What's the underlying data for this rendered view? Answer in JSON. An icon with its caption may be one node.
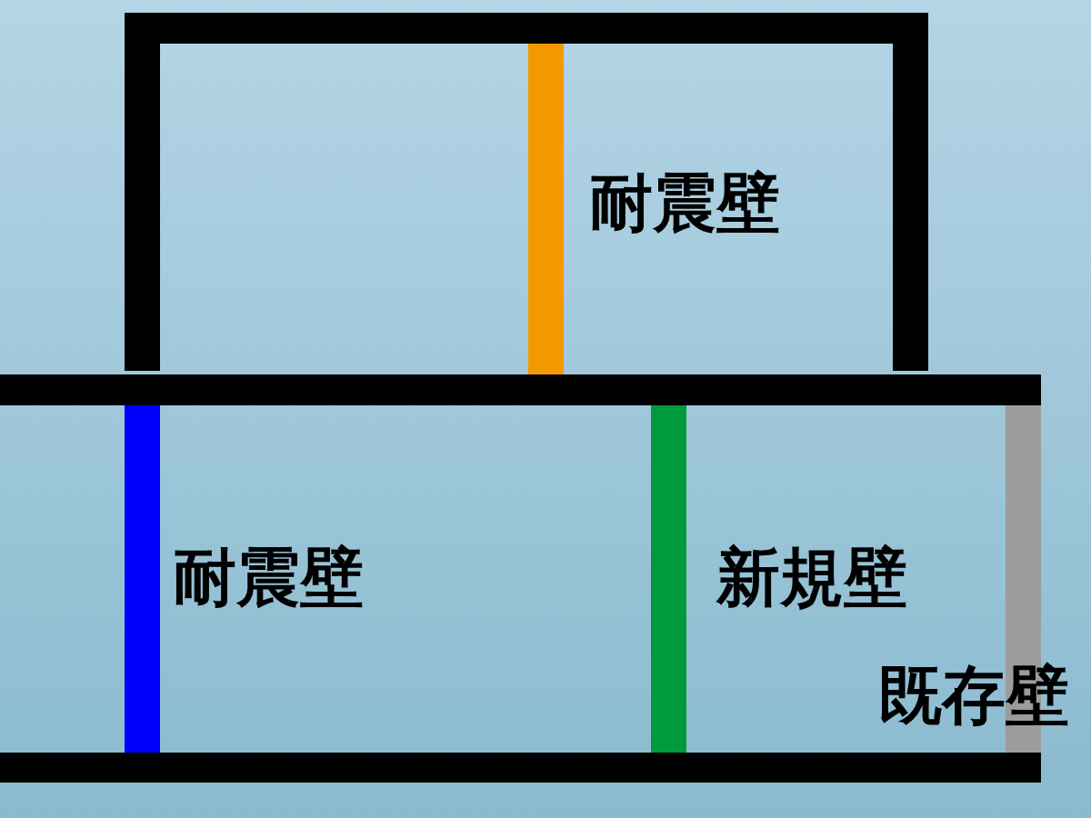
{
  "diagram": {
    "labels": [
      "耐震壁",
      "耐震壁",
      "新規壁",
      "既存壁"
    ]
  }
}
